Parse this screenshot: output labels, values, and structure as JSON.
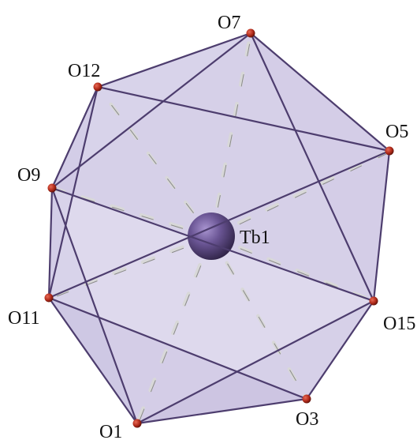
{
  "center": {
    "label": "Tb1",
    "color": "#6a5594"
  },
  "atoms": [
    {
      "id": "O7",
      "label": "O7"
    },
    {
      "id": "O12",
      "label": "O12"
    },
    {
      "id": "O5",
      "label": "O5"
    },
    {
      "id": "O9",
      "label": "O9"
    },
    {
      "id": "O11",
      "label": "O11"
    },
    {
      "id": "O15",
      "label": "O15"
    },
    {
      "id": "O1",
      "label": "O1"
    },
    {
      "id": "O3",
      "label": "O3"
    }
  ],
  "oxygen_color": "#b02a1a",
  "polyhedron_color": "#8878bf",
  "edge_color": "#4d3d6e",
  "edges": [
    [
      "O7",
      "O12"
    ],
    [
      "O12",
      "O9"
    ],
    [
      "O9",
      "O11"
    ],
    [
      "O11",
      "O1"
    ],
    [
      "O1",
      "O3"
    ],
    [
      "O3",
      "O15"
    ],
    [
      "O15",
      "O5"
    ],
    [
      "O5",
      "O7"
    ],
    [
      "O12",
      "O5"
    ],
    [
      "O7",
      "O9"
    ],
    [
      "O7",
      "O15"
    ],
    [
      "O12",
      "O11"
    ],
    [
      "O9",
      "O15"
    ],
    [
      "O11",
      "O5"
    ],
    [
      "O11",
      "O3"
    ],
    [
      "O9",
      "O1"
    ],
    [
      "O1",
      "O15"
    ]
  ],
  "bonds": [
    "O7",
    "O12",
    "O5",
    "O9",
    "O11",
    "O15",
    "O1",
    "O3"
  ]
}
